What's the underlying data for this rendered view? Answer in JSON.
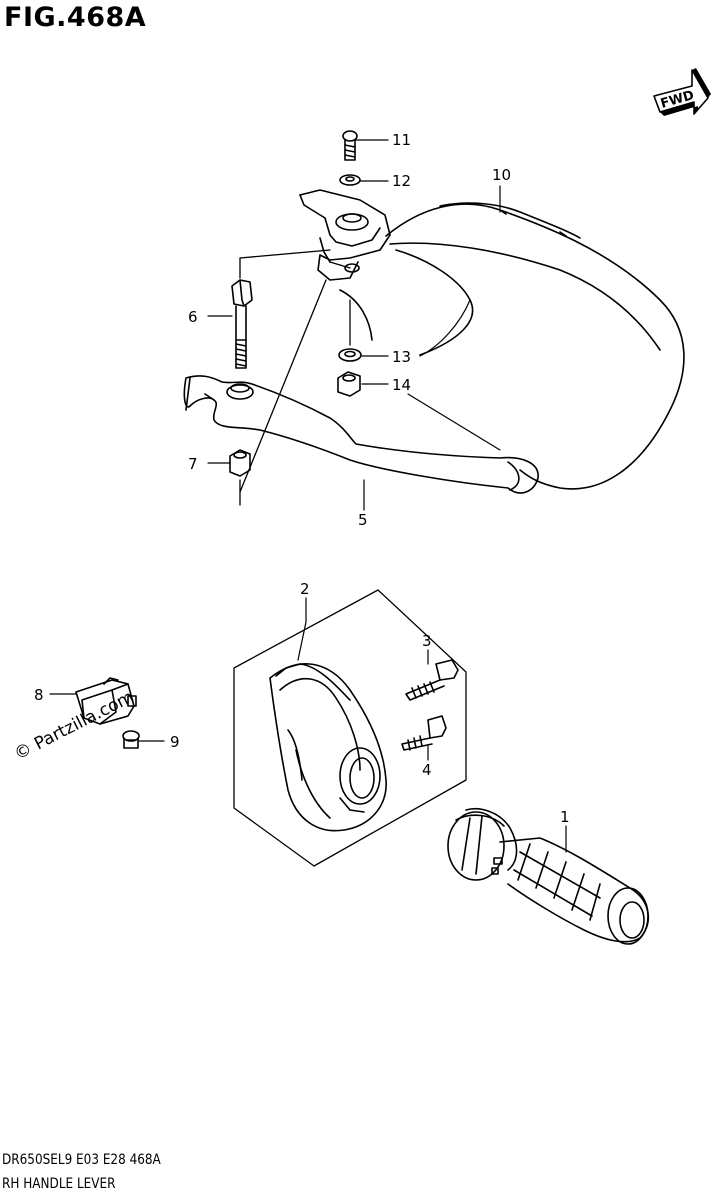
{
  "figure": {
    "title": "FIG.468A",
    "fwd_label": "FWD",
    "watermark": "© Partzilla.com",
    "footer_code": "DR650SEL9  E03  E28  468A",
    "footer_name": "RH HANDLE LEVER"
  },
  "callouts": {
    "c1": "1",
    "c2": "2",
    "c3": "3",
    "c4": "4",
    "c5": "5",
    "c6": "6",
    "c7": "7",
    "c8": "8",
    "c9": "9",
    "c10": "10",
    "c11": "11",
    "c12": "12",
    "c13": "13",
    "c14": "14"
  }
}
